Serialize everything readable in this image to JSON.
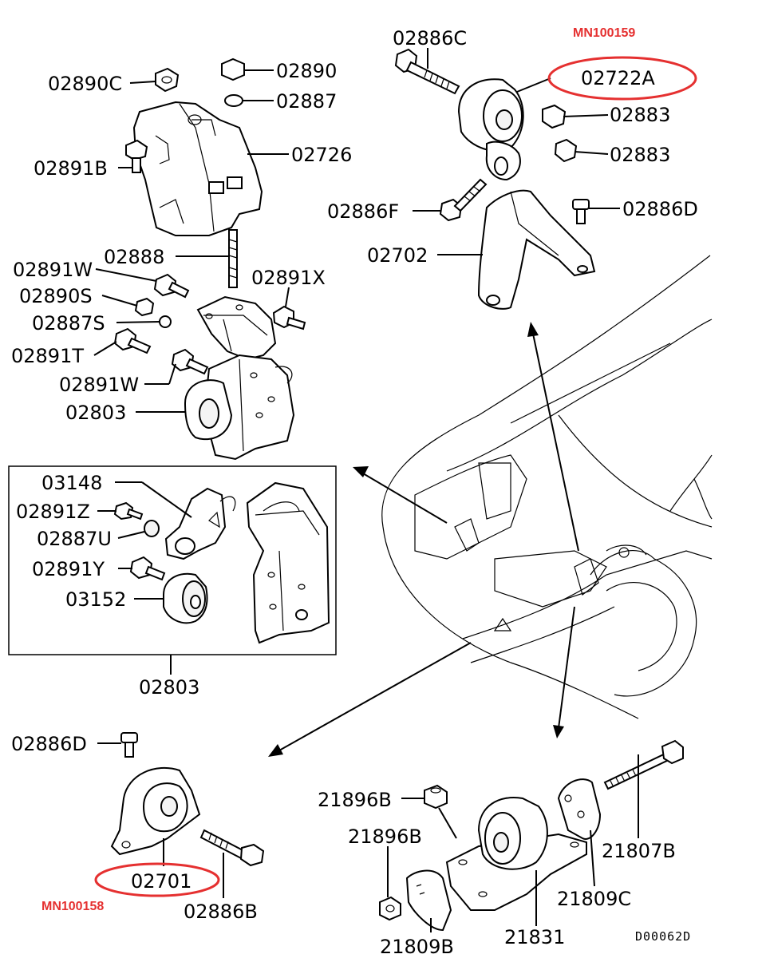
{
  "refs": {
    "top_right_ref": "MN100159",
    "bottom_left_ref": "MN100158",
    "drawing_code": "D00062D"
  },
  "accent_color": "#e53030",
  "labels": {
    "p02886C": "02886C",
    "p02722A": "02722A",
    "p02883a": "02883",
    "p02883b": "02883",
    "p02886F": "02886F",
    "p02886D_top": "02886D",
    "p02702": "02702",
    "p02890C": "02890C",
    "p02890": "02890",
    "p02887": "02887",
    "p02726": "02726",
    "p02891B": "02891B",
    "p02891W_a": "02891W",
    "p02888": "02888",
    "p02891X": "02891X",
    "p02890S": "02890S",
    "p02887S": "02887S",
    "p02891T": "02891T",
    "p02891W_b": "02891W",
    "p02803": "02803",
    "p03148": "03148",
    "p02891Z": "02891Z",
    "p02887U": "02887U",
    "p02891Y": "02891Y",
    "p03152": "03152",
    "p02803_box": "02803",
    "p02886D_bottom": "02886D",
    "p02701": "02701",
    "p02886B": "02886B",
    "p21896B_a": "21896B",
    "p21896B_b": "21896B",
    "p21807B": "21807B",
    "p21809C": "21809C",
    "p21809B": "21809B",
    "p21831": "21831"
  }
}
